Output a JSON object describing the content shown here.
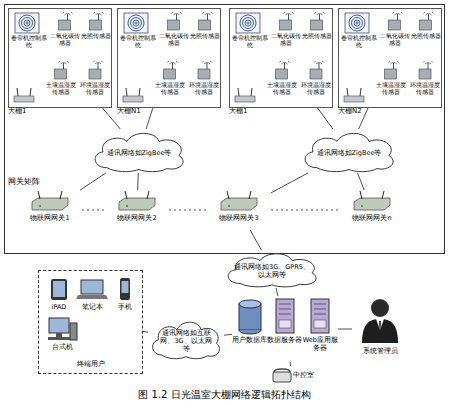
{
  "diagram": {
    "caption": "图 1.2 日光温室大棚网络逻辑拓扑结构",
    "nodes": [
      {
        "text": [
          "网关矩阵"
        ]
      },
      {
        "text": [
          "大棚1"
        ],
        "in": 0
      },
      {
        "text": [
          "卷帘机控制系统"
        ],
        "in": 1
      },
      {
        "text": [
          "二氧化碳传感器"
        ],
        "in": 1
      },
      {
        "text": [
          "光照传感器"
        ],
        "in": 1
      },
      {
        "text": [
          "土壤温湿度传感器"
        ],
        "in": 1
      },
      {
        "text": [
          "环境温湿度传感器"
        ],
        "in": 1
      },
      {
        "text": [
          "大棚N1"
        ],
        "in": 0
      },
      {
        "text": [
          "卷帘机控制系统"
        ],
        "in": 7
      },
      {
        "text": [
          "二氧化碳传感器"
        ],
        "in": 7
      },
      {
        "text": [
          "光照传感器"
        ],
        "in": 7
      },
      {
        "text": [
          "土壤温湿度传感器"
        ],
        "in": 7
      },
      {
        "text": [
          "环境温湿度传感器"
        ],
        "in": 7
      },
      {
        "text": [
          "大棚1"
        ],
        "in": 0
      },
      {
        "text": [
          "卷帘机控制系统"
        ],
        "in": 13
      },
      {
        "text": [
          "二氧化碳传感器"
        ],
        "in": 13
      },
      {
        "text": [
          "光照传感器"
        ],
        "in": 13
      },
      {
        "text": [
          "土壤温湿度传感器"
        ],
        "in": 13
      },
      {
        "text": [
          "环境温湿度传感器"
        ],
        "in": 13
      },
      {
        "text": [
          "大棚N2"
        ],
        "in": 0
      },
      {
        "text": [
          "卷帘机控制系统"
        ],
        "in": 19
      },
      {
        "text": [
          "二氧化碳传感器"
        ],
        "in": 19
      },
      {
        "text": [
          "光照传感器"
        ],
        "in": 19
      },
      {
        "text": [
          "土壤温湿度传感器"
        ],
        "in": 19
      },
      {
        "text": [
          "环境温湿度传感器"
        ],
        "in": 19
      },
      {
        "text": [
          "通讯网络如ZigBee等"
        ],
        "in": 0
      },
      {
        "text": [
          "通讯网络如ZigBee等"
        ],
        "in": 0
      },
      {
        "text": [
          "物联网网关1"
        ],
        "in": 0
      },
      {
        "text": [
          "物联网网关2"
        ],
        "in": 0
      },
      {
        "text": [
          "物联网网关3"
        ],
        "in": 0
      },
      {
        "text": [
          "物联网网关n"
        ],
        "in": 0
      },
      {
        "text": [
          "通讯网络如3G、GPRS、以太网等"
        ]
      },
      {
        "text": [
          "用户数据库",
          "数据服务器",
          "Web应用服务器"
        ]
      },
      {
        "text": [
          "中控室"
        ]
      },
      {
        "text": [
          "系统管理员"
        ]
      },
      {
        "text": [
          "终端用户"
        ]
      },
      {
        "text": [
          "iPAD"
        ],
        "in": 35
      },
      {
        "text": [
          "笔记本"
        ],
        "in": 35
      },
      {
        "text": [
          "手机"
        ],
        "in": 35
      },
      {
        "text": [
          "台式机"
        ],
        "in": 35
      },
      {
        "text": [
          "通讯网络如互联网、3G、以太网等"
        ]
      }
    ],
    "edges": [
      {
        "from": 1,
        "to": 25,
        "arrow": "none"
      },
      {
        "from": 7,
        "to": 25,
        "arrow": "none"
      },
      {
        "from": 13,
        "to": 26,
        "arrow": "none"
      },
      {
        "from": 19,
        "to": 26,
        "arrow": "none"
      },
      {
        "from": 25,
        "to": 27,
        "arrow": "none"
      },
      {
        "from": 25,
        "to": 28,
        "arrow": "none"
      },
      {
        "from": 26,
        "to": 29,
        "arrow": "none"
      },
      {
        "from": 26,
        "to": 30,
        "arrow": "none"
      },
      {
        "from": 27,
        "to": 28,
        "arrow": "none"
      },
      {
        "from": 28,
        "to": 29,
        "arrow": "none"
      },
      {
        "from": 29,
        "to": 30,
        "arrow": "none"
      },
      {
        "from": 29,
        "to": 31,
        "arrow": "none"
      },
      {
        "from": 31,
        "to": 32,
        "arrow": "none"
      },
      {
        "from": 32,
        "to": 33,
        "arrow": "none"
      },
      {
        "from": 34,
        "to": 32,
        "arrow": "none"
      },
      {
        "from": 40,
        "to": 32,
        "arrow": "none"
      },
      {
        "from": 35,
        "to": 40,
        "arrow": "none"
      }
    ]
  }
}
